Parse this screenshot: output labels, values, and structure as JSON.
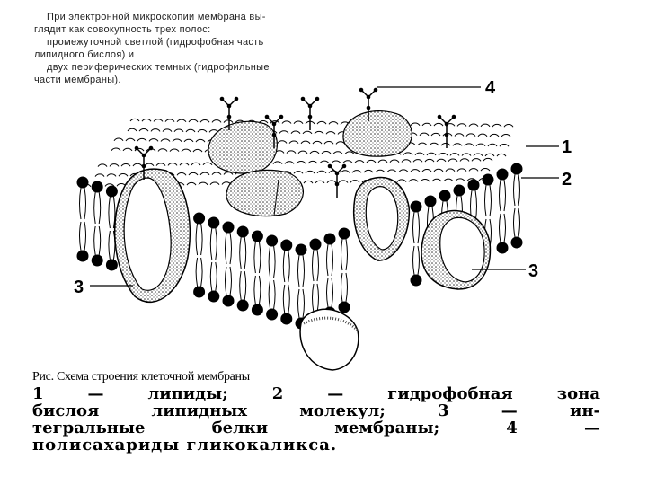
{
  "intro_text": [
    "При электронной микроскопии мембрана вы-",
    "глядит как совокупность трех полос:",
    "промежуточной светлой (гидрофобная часть",
    "липидного бислоя) и",
    "двух периферических темных (гидрофильные",
    "части мембраны)."
  ],
  "diagram": {
    "labels": {
      "l1": "1",
      "l2": "2",
      "l3_left": "3",
      "l3_right": "3",
      "l4": "4"
    }
  },
  "caption": "Рис. Схема строения клеточной мембраны",
  "legend_lines": [
    "1 — липиды; 2 — гидрофобная зона",
    "бислоя липидных молекул; 3 — ин-",
    "тегральные белки мембраны; 4 —",
    "полисахариды гликокаликса."
  ]
}
